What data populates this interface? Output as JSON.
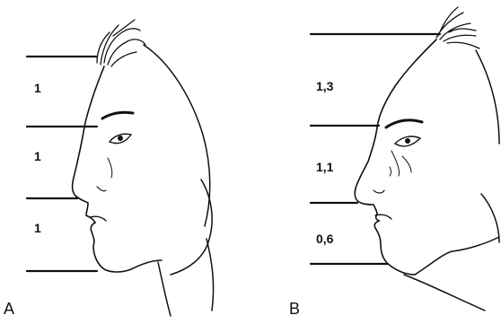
{
  "panels": [
    {
      "label": "A",
      "ratios": [
        "1",
        "1",
        "1"
      ]
    },
    {
      "label": "B",
      "ratios": [
        "1,3",
        "1,1",
        "0,6"
      ]
    }
  ]
}
